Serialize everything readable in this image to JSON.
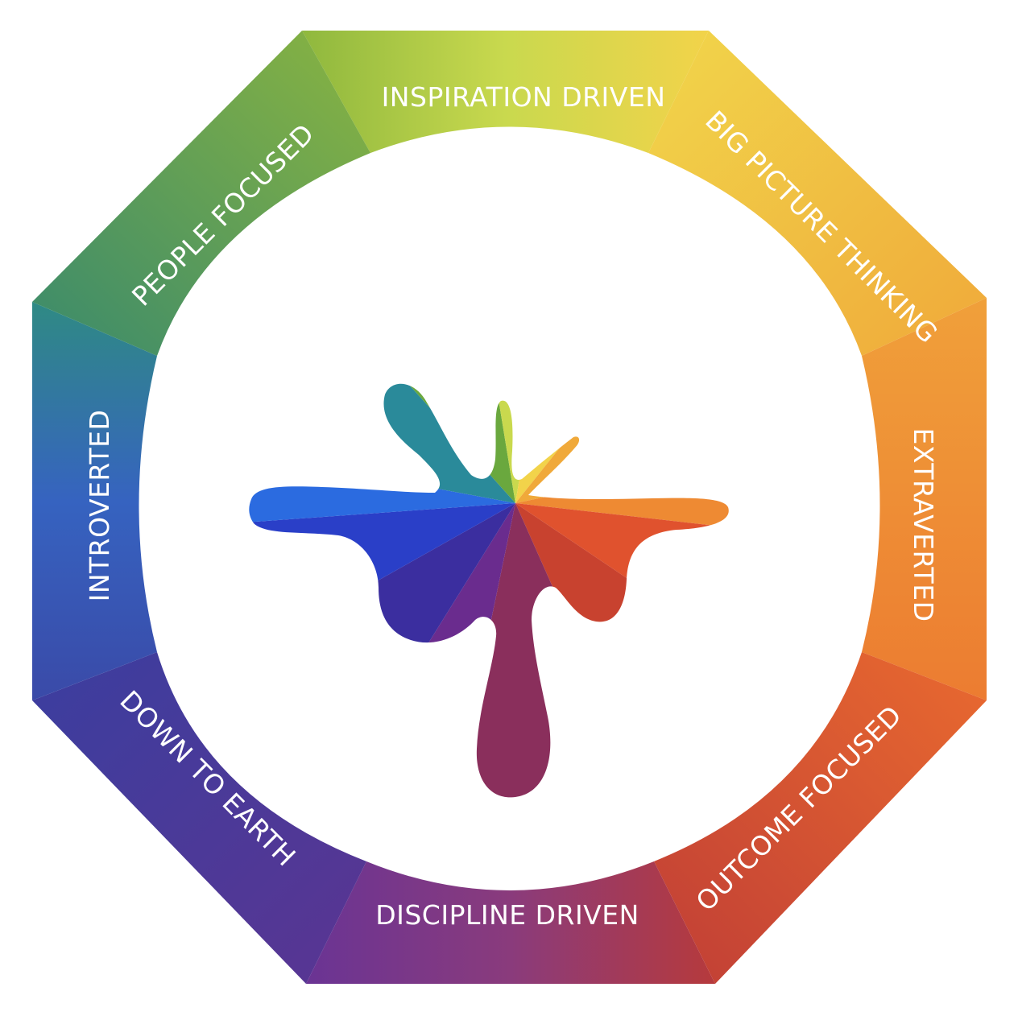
{
  "labels": {
    "top": "INSPIRATION DRIVEN",
    "top_right": "BIG PICTURE THINKING",
    "right": "EXTRAVERTED",
    "bottom_right": "OUTCOME FOCUSED",
    "bottom": "DISCIPLINE DRIVEN",
    "bottom_left": "DOWN TO EARTH",
    "left": "INTROVERTED",
    "top_left": "PEOPLE FOCUSED"
  },
  "colors": {
    "yellow_green": "#c9d94e",
    "yellow": "#f2d34a",
    "orange_yellow": "#f0a93a",
    "orange": "#ee8a33",
    "red_orange": "#e0522e",
    "red": "#c8422f",
    "magenta": "#8a3b7c",
    "purple": "#6a3494",
    "indigo": "#3b3e9f",
    "blue": "#3663c0",
    "teal": "#2f8a84",
    "green": "#6aa83e"
  }
}
